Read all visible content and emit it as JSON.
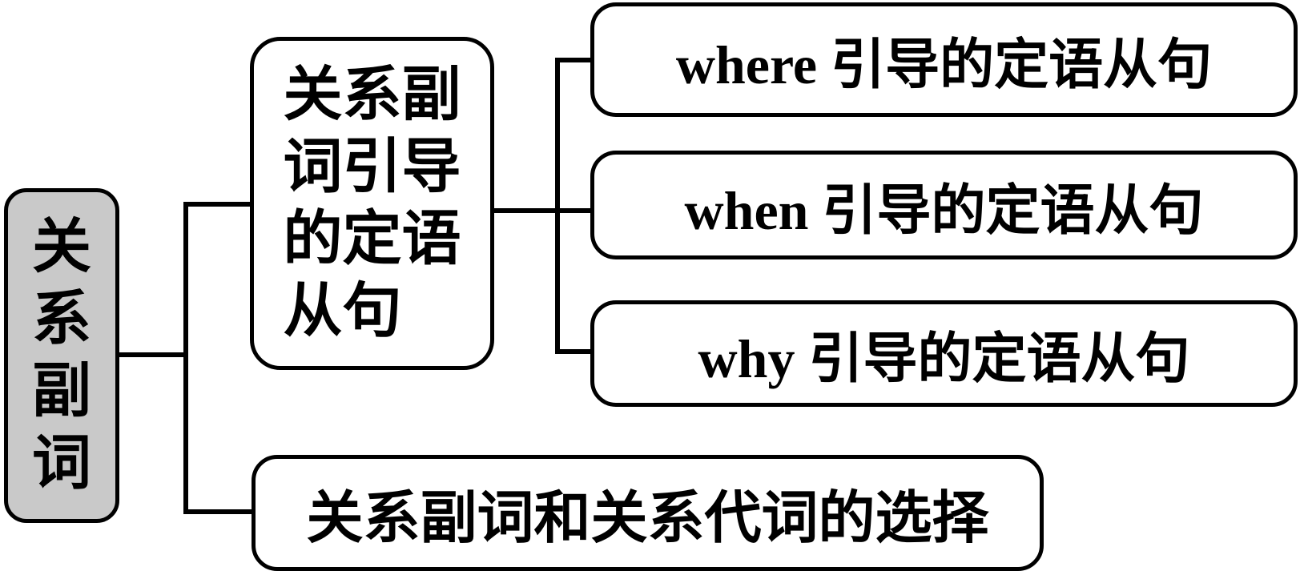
{
  "diagram": {
    "root": {
      "label": "关\n系\n副\n词"
    },
    "level1": [
      {
        "id": "relative-adverb-clauses",
        "label": "关系副\n词引导\n的定语\n从句"
      },
      {
        "id": "adverb-vs-pronoun-choice",
        "label": "关系副词和关系代词的选择"
      }
    ],
    "level2": [
      {
        "id": "where-clause",
        "label": "where 引导的定语从句"
      },
      {
        "id": "when-clause",
        "label": "when 引导的定语从句"
      },
      {
        "id": "why-clause",
        "label": "why 引导的定语从句"
      }
    ]
  },
  "colors": {
    "root_fill": "#c9c9c9",
    "node_fill": "#ffffff",
    "border": "#000000",
    "line": "#000000",
    "text": "#000000"
  }
}
